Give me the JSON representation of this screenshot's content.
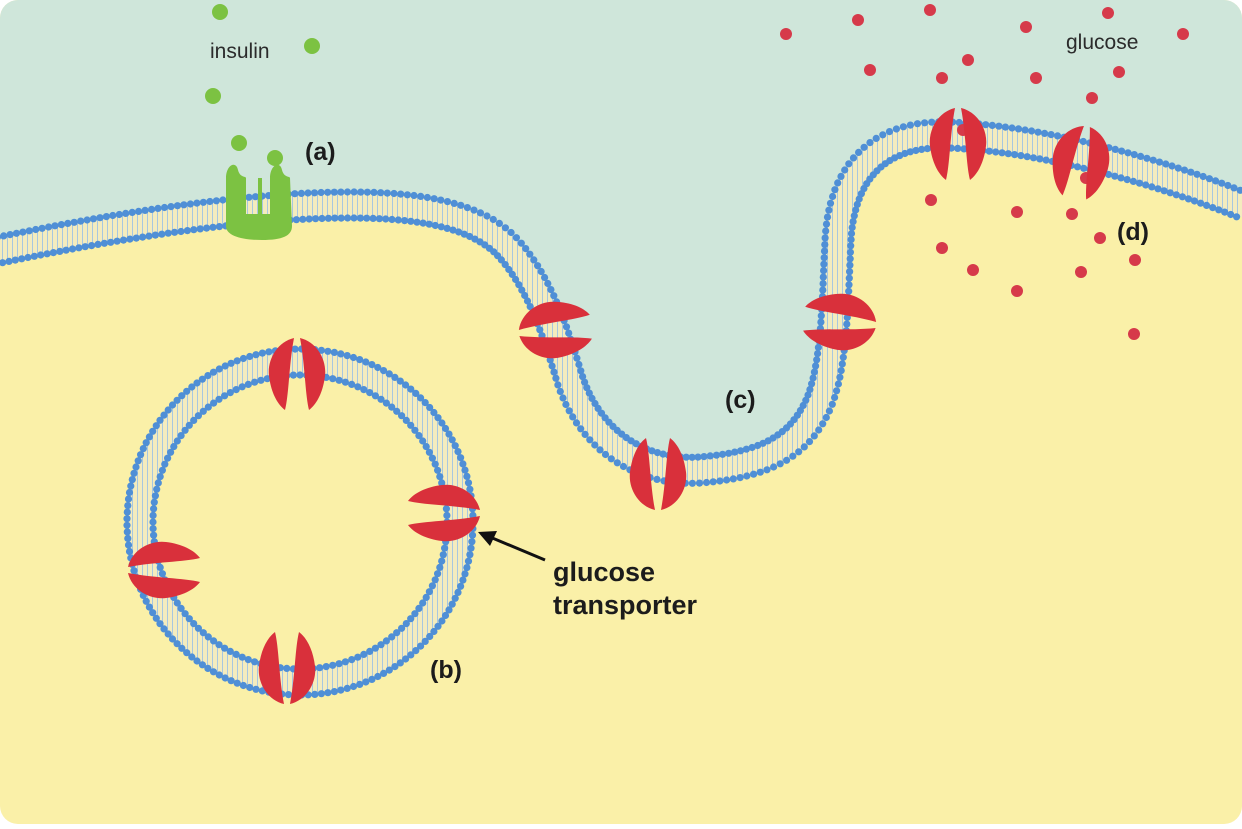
{
  "labels": {
    "insulin": "insulin",
    "glucose": "glucose",
    "a": "(a)",
    "b": "(b)",
    "c": "(c)",
    "d": "(d)",
    "transporter_line1": "glucose",
    "transporter_line2": "transporter"
  },
  "colors": {
    "extracellular": "#cfe6da",
    "cytoplasm": "#faf0a8",
    "phospholipid_head": "#4f8fd6",
    "phospholipid_tail": "#f2e8b0",
    "transporter": "#d9303b",
    "insulin": "#7cc242",
    "receptor": "#7cc242",
    "glucose": "#d63a4a"
  }
}
